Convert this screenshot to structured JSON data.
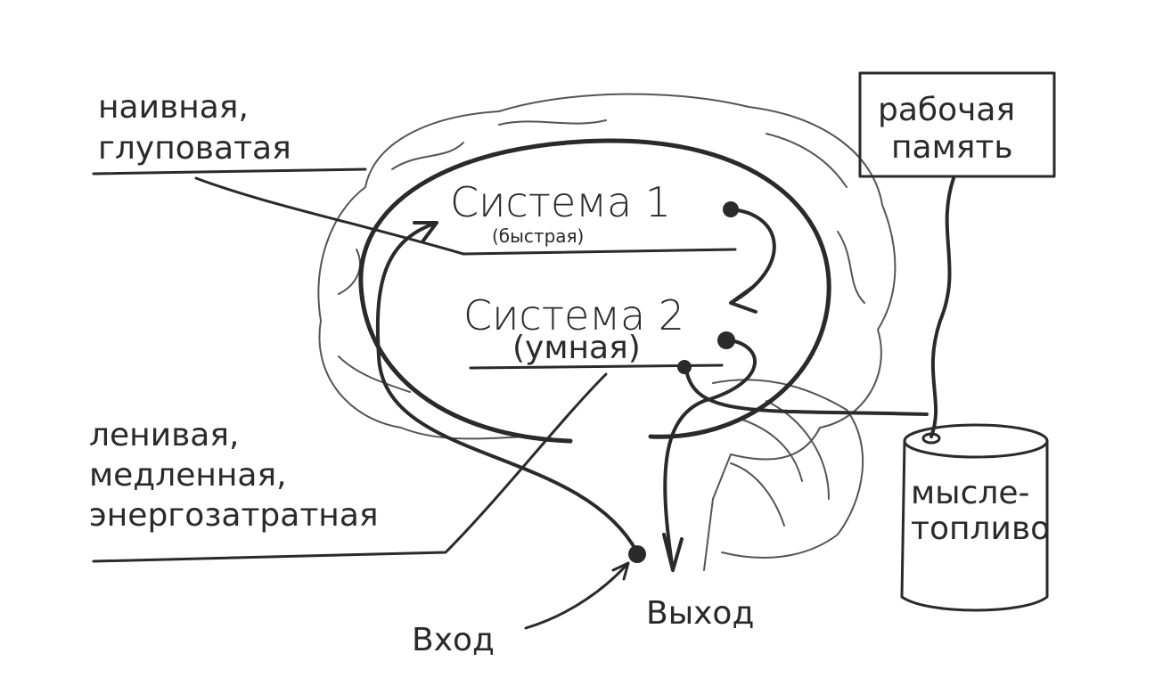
{
  "labels": {
    "naive_line1": "наивная,",
    "naive_line2": "глуповатая",
    "system1": "Система 1",
    "system1_sub": "(быстрая)",
    "system2": "Система 2",
    "system2_sub": "(умная)",
    "lazy_line1": "ленивая,",
    "lazy_line2": "медленная,",
    "lazy_line3": "энергозатратная",
    "input": "Вход",
    "output": "Выход",
    "memory_line1": "рабочая",
    "memory_line2": "память",
    "fuel_line1": "мысле-",
    "fuel_line2": "топливо"
  },
  "colors": {
    "ink": "#2a2a2a",
    "background": "#ffffff"
  }
}
